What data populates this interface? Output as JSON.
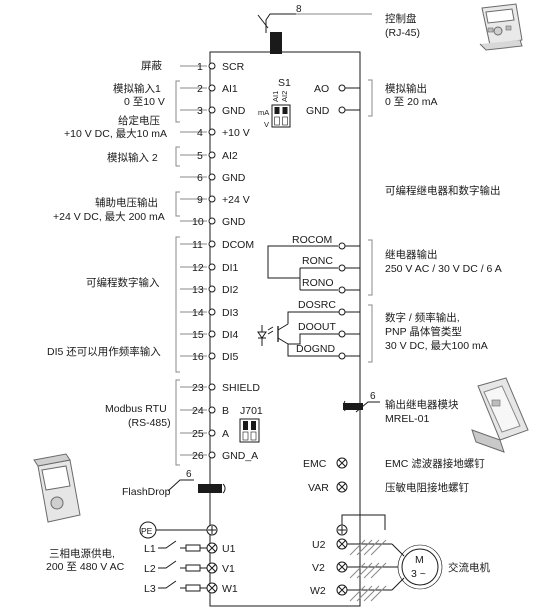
{
  "top": {
    "cable_num": "8",
    "panel_label": "控制盘",
    "panel_sub": "(RJ-45)"
  },
  "left_pins": [
    {
      "n": "1",
      "name": "SCR"
    },
    {
      "n": "2",
      "name": "AI1"
    },
    {
      "n": "3",
      "name": "GND"
    },
    {
      "n": "4",
      "name": "+10 V"
    },
    {
      "n": "5",
      "name": "AI2"
    },
    {
      "n": "6",
      "name": "GND"
    },
    {
      "n": "9",
      "name": "+24 V"
    },
    {
      "n": "10",
      "name": "GND"
    },
    {
      "n": "11",
      "name": "DCOM"
    },
    {
      "n": "12",
      "name": "DI1"
    },
    {
      "n": "13",
      "name": "DI2"
    },
    {
      "n": "14",
      "name": "DI3"
    },
    {
      "n": "15",
      "name": "DI4"
    },
    {
      "n": "16",
      "name": "DI5"
    },
    {
      "n": "23",
      "name": "SHIELD"
    },
    {
      "n": "24",
      "name": "B"
    },
    {
      "n": "25",
      "name": "A"
    },
    {
      "n": "26",
      "name": "GND_A"
    }
  ],
  "left_labels": {
    "shield": "屏蔽",
    "ai1_a": "模拟输入1",
    "ai1_b": "0 至10 V",
    "ref_a": "给定电压",
    "ref_b": "+10 V DC, 最大10 mA",
    "ai2": "模拟输入 2",
    "aux_a": "辅助电压输出",
    "aux_b": "+24 V DC, 最大 200 mA",
    "di": "可编程数字输入",
    "di5": "DI5 还可以用作频率输入",
    "modbus_a": "Modbus RTU",
    "modbus_b": "(RS-485)",
    "flashdrop": "FlashDrop",
    "flash_num": "6",
    "power_a": "三相电源供电,",
    "power_b": "200 至 480 V AC"
  },
  "switches": {
    "s1": "S1",
    "s1_ai1": "AI1",
    "s1_ai2": "AI2",
    "s1_ma": "mA",
    "s1_v": "V",
    "j701": "J701"
  },
  "right_terms": {
    "ao": "AO",
    "gnd": "GND",
    "rocom": "ROCOM",
    "ronc": "RONC",
    "rono": "RONO",
    "dosrc": "DOSRC",
    "doout": "DOOUT",
    "dognd": "DOGND",
    "emc": "EMC",
    "var": "VAR",
    "u2": "U2",
    "v2": "V2",
    "w2": "W2"
  },
  "power_terms": {
    "pe": "PE",
    "l1": "L1",
    "l2": "L2",
    "l3": "L3",
    "u1": "U1",
    "v1": "V1",
    "w1": "W1"
  },
  "right_labels": {
    "ao_a": "模拟输出",
    "ao_b": "0 至 20 mA",
    "prog_relay": "可编程继电器和数字输出",
    "relay_a": "继电器输出",
    "relay_b": "250 V AC / 30 V DC / 6 A",
    "do_a": "数字 / 频率输出,",
    "do_b": "PNP 晶体管类型",
    "do_c": "30 V DC, 最大100 mA",
    "mrel_num": "6",
    "mrel_a": "输出继电器模块",
    "mrel_b": "MREL-01",
    "emc_txt": "EMC 滤波器接地螺钉",
    "var_txt": "压敏电阻接地螺钉",
    "motor_m": "M",
    "motor_3": "3 ~",
    "motor_txt": "交流电机"
  }
}
